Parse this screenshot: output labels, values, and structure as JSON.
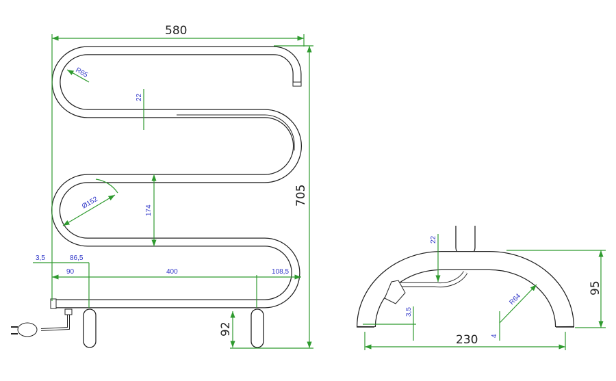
{
  "front_view": {
    "overall_width": "580",
    "overall_height": "705",
    "bend_radius": "R65",
    "tube_diameter": "22",
    "loop_diameter": "Ø152",
    "rail_spacing": "174",
    "offset_left": "3,5",
    "foot_offset": "86,5",
    "left_to_foot": "90",
    "foot_spacing": "400",
    "right_overhang": "108,5",
    "foot_height": "92"
  },
  "side_view": {
    "tube_diameter": "22",
    "height": "95",
    "bend_radius": "R64",
    "base_offset": "3,5",
    "base_gap": "4",
    "width": "230"
  },
  "colors": {
    "dimension": "#2e9a2e",
    "annotation": "#2f36c8",
    "outline": "#222222"
  }
}
